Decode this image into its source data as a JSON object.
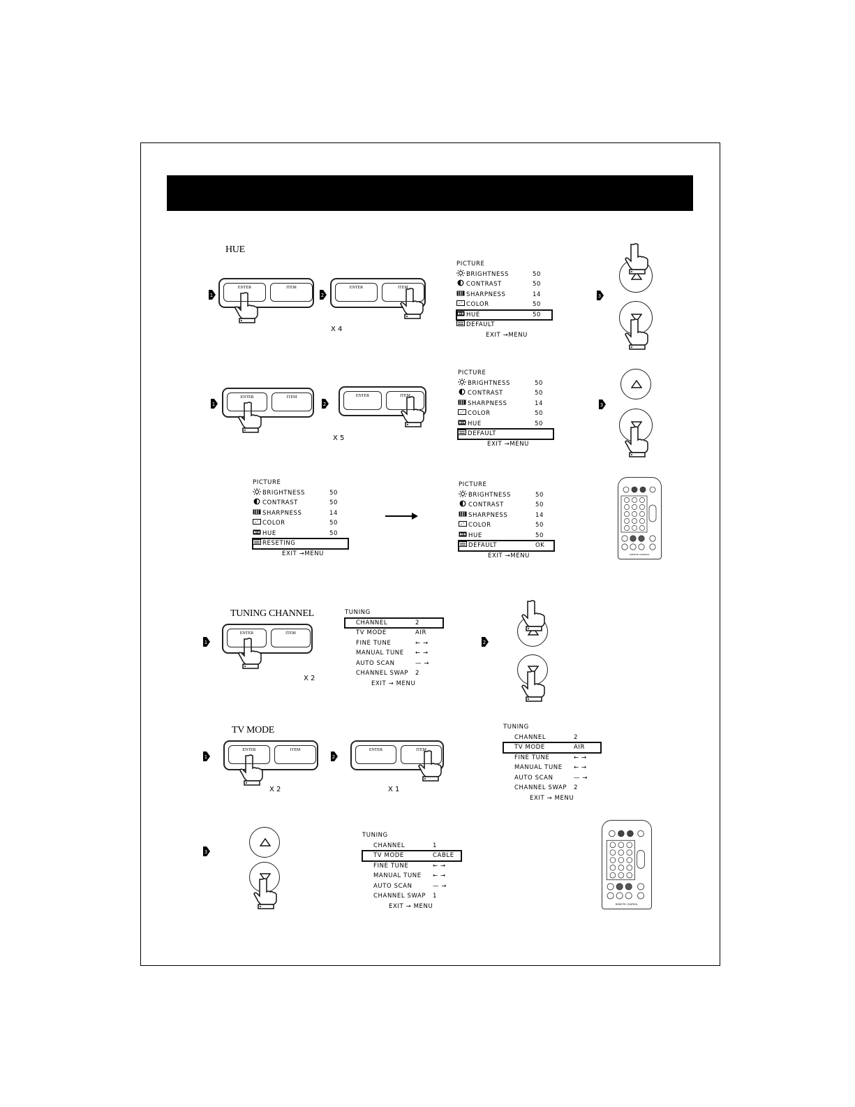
{
  "sections": {
    "hue": {
      "title": "HUE",
      "multiplier": "X 4"
    },
    "default": {
      "multiplier": "X 5"
    },
    "tuning_channel": {
      "title": "TUNING CHANNEL",
      "multiplier": "X 2"
    },
    "tv_mode": {
      "title": "TV MODE",
      "multiplier_enter": "X 2",
      "multiplier_item": "X 1"
    }
  },
  "buttons": {
    "enter": "ENTER",
    "item": "ITEM"
  },
  "steps": [
    "1",
    "2",
    "3"
  ],
  "menus": {
    "picture_hue": {
      "title": "PICTURE",
      "highlight": 4,
      "exit": "EXIT →MENU",
      "items": [
        {
          "icon": "brightness-icon",
          "label": "BRIGHTNESS",
          "value": "50"
        },
        {
          "icon": "contrast-icon",
          "label": "CONTRAST",
          "value": "50"
        },
        {
          "icon": "sharpness-icon",
          "label": "SHARPNESS",
          "value": "14"
        },
        {
          "icon": "color-icon",
          "label": "COLOR",
          "value": "50"
        },
        {
          "icon": "hue-icon",
          "label": "HUE",
          "value": "50"
        },
        {
          "icon": "default-icon",
          "label": "DEFAULT",
          "value": ""
        }
      ]
    },
    "picture_default": {
      "title": "PICTURE",
      "highlight": 5,
      "exit": "EXIT →MENU",
      "items": [
        {
          "icon": "brightness-icon",
          "label": "BRIGHTNESS",
          "value": "50"
        },
        {
          "icon": "contrast-icon",
          "label": "CONTRAST",
          "value": "50"
        },
        {
          "icon": "sharpness-icon",
          "label": "SHARPNESS",
          "value": "14"
        },
        {
          "icon": "color-icon",
          "label": "COLOR",
          "value": "50"
        },
        {
          "icon": "hue-icon",
          "label": "HUE",
          "value": "50"
        },
        {
          "icon": "default-icon",
          "label": "DEFAULT",
          "value": ""
        }
      ]
    },
    "picture_reseting": {
      "title": "PICTURE",
      "highlight": 5,
      "exit": "EXIT →MENU",
      "items": [
        {
          "icon": "brightness-icon",
          "label": "BRIGHTNESS",
          "value": "50"
        },
        {
          "icon": "contrast-icon",
          "label": "CONTRAST",
          "value": "50"
        },
        {
          "icon": "sharpness-icon",
          "label": "SHARPNESS",
          "value": "14"
        },
        {
          "icon": "color-icon",
          "label": "COLOR",
          "value": "50"
        },
        {
          "icon": "hue-icon",
          "label": "HUE",
          "value": "50"
        },
        {
          "icon": "default-icon",
          "label": "RESETING",
          "value": ""
        }
      ]
    },
    "picture_ok": {
      "title": "PICTURE",
      "highlight": 5,
      "exit": "EXIT →MENU",
      "items": [
        {
          "icon": "brightness-icon",
          "label": "BRIGHTNESS",
          "value": "50"
        },
        {
          "icon": "contrast-icon",
          "label": "CONTRAST",
          "value": "50"
        },
        {
          "icon": "sharpness-icon",
          "label": "SHARPNESS",
          "value": "14"
        },
        {
          "icon": "color-icon",
          "label": "COLOR",
          "value": "50"
        },
        {
          "icon": "hue-icon",
          "label": "HUE",
          "value": "50"
        },
        {
          "icon": "default-icon",
          "label": "DEFAULT",
          "value": "OK"
        }
      ]
    },
    "tuning_channel": {
      "title": "TUNING",
      "highlight": 0,
      "exit": "EXIT → MENU",
      "items": [
        {
          "label": "CHANNEL",
          "value": "2"
        },
        {
          "label": "TV MODE",
          "value": "AIR"
        },
        {
          "label": "FINE  TUNE",
          "value": "← →"
        },
        {
          "label": "MANUAL TUNE",
          "value": "← →"
        },
        {
          "label": "AUTO  SCAN",
          "value": "— →"
        },
        {
          "label": "CHANNEL  SWAP",
          "value": "2"
        }
      ]
    },
    "tuning_air": {
      "title": "TUNING",
      "highlight": 1,
      "exit": "EXIT → MENU",
      "items": [
        {
          "label": "CHANNEL",
          "value": "2"
        },
        {
          "label": "TV MODE",
          "value": "AIR"
        },
        {
          "label": "FINE  TUNE",
          "value": "← →"
        },
        {
          "label": "MANUAL TUNE",
          "value": "← →"
        },
        {
          "label": "AUTO  SCAN",
          "value": "— →"
        },
        {
          "label": "CHANNEL  SWAP",
          "value": "2"
        }
      ]
    },
    "tuning_cable": {
      "title": "TUNING",
      "highlight": 1,
      "exit": "EXIT → MENU",
      "items": [
        {
          "label": "CHANNEL",
          "value": "1"
        },
        {
          "label": "TV MODE",
          "value": "CABLE"
        },
        {
          "label": "FINE  TUNE",
          "value": "← →"
        },
        {
          "label": "MANUAL TUNE",
          "value": "← →"
        },
        {
          "label": "AUTO  SCAN",
          "value": "— →"
        },
        {
          "label": "CHANNEL  SWAP",
          "value": "1"
        }
      ]
    }
  },
  "remote": {
    "label": "REMOTE CONTROL"
  }
}
